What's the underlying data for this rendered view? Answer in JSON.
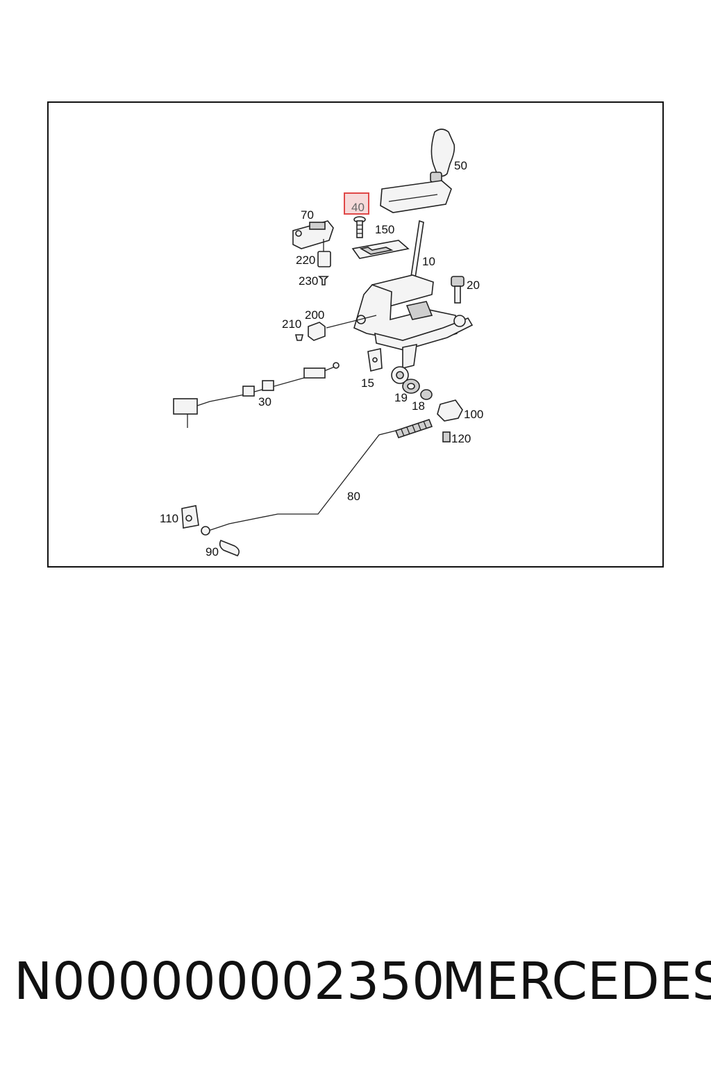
{
  "diagram": {
    "callouts": {
      "c50": "50",
      "c40": "40",
      "c150": "150",
      "c70": "70",
      "c220": "220",
      "c230": "230",
      "c10": "10",
      "c20": "20",
      "c200": "200",
      "c210": "210",
      "c15": "15",
      "c30": "30",
      "c19": "19",
      "c18": "18",
      "c100": "100",
      "c120": "120",
      "c80": "80",
      "c110": "110",
      "c90": "90"
    },
    "highlighted_callout": "40",
    "highlight_color": "#e04848"
  },
  "footer": {
    "part_number": "N000000002350",
    "brand": "MERCEDES"
  }
}
